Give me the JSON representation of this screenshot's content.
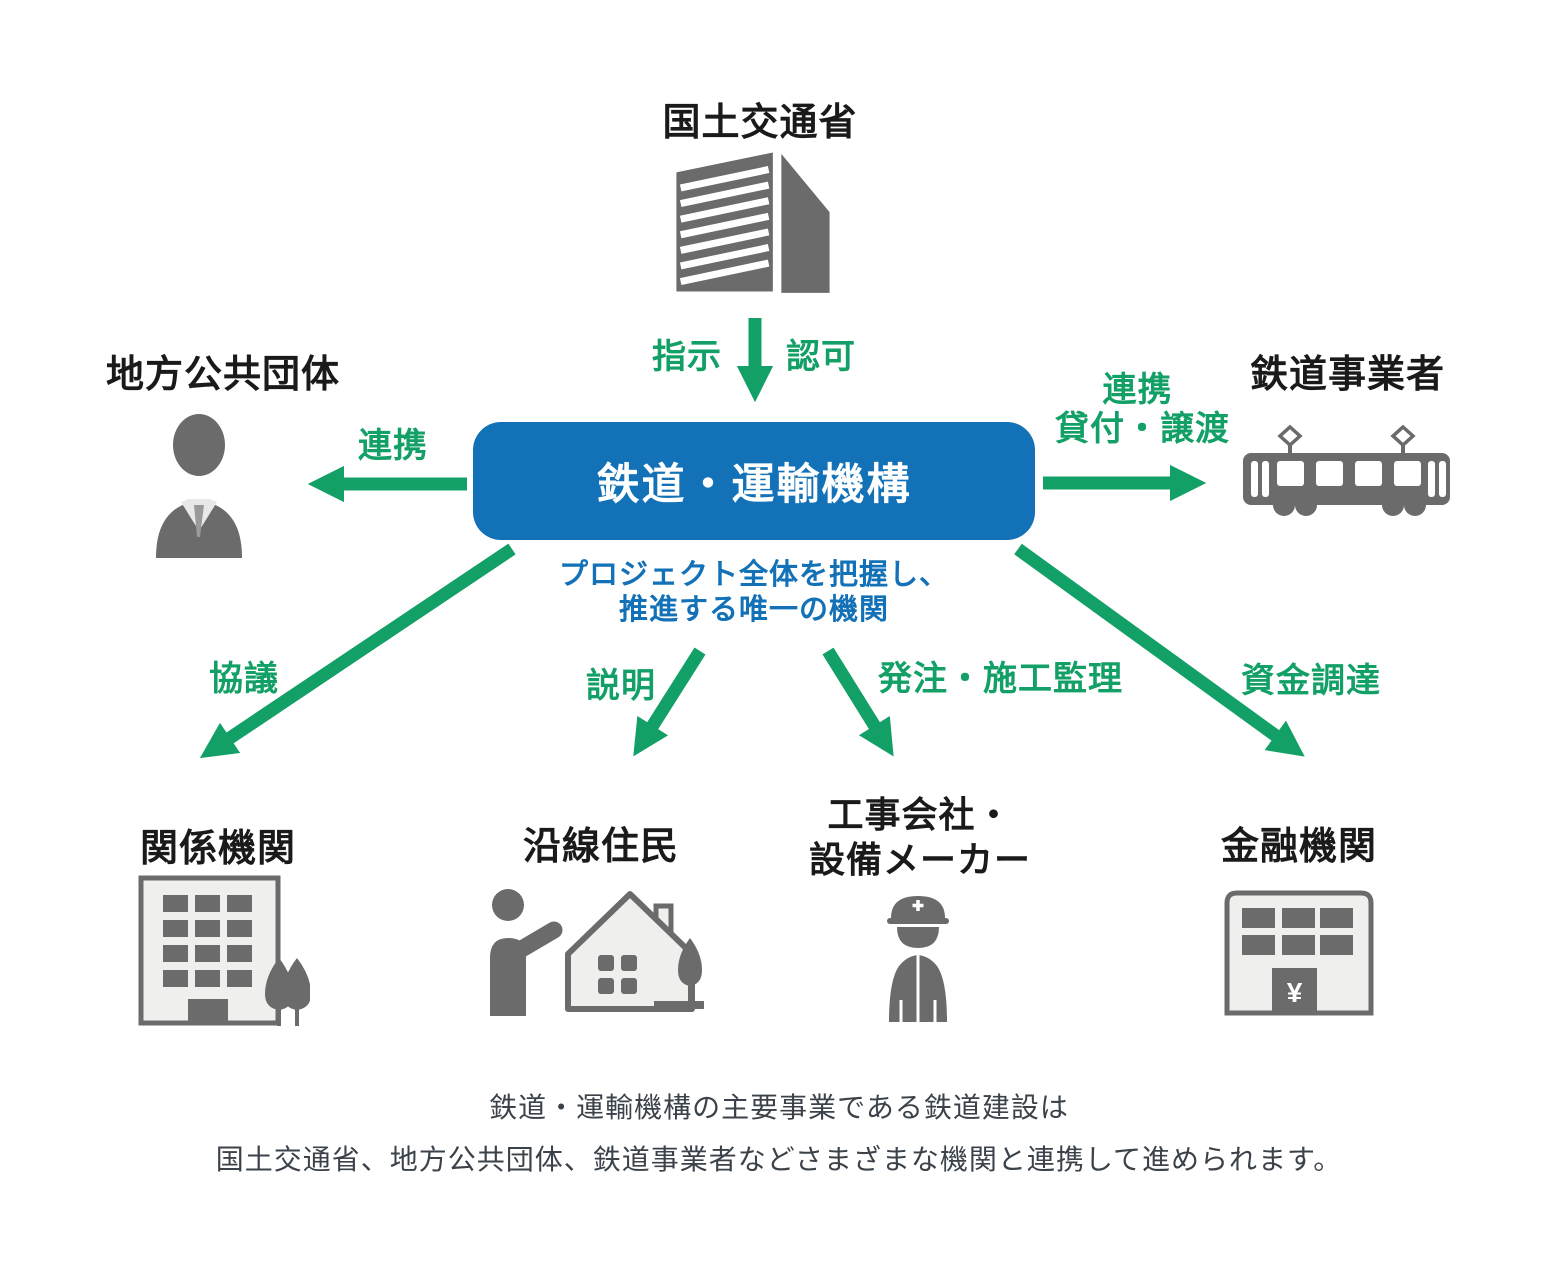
{
  "colors": {
    "green": "#13a067",
    "blue": "#1271b7",
    "icon_gray": "#6b6b6b",
    "icon_light": "#efefee",
    "heading_black": "#1a1a1a",
    "caption_gray": "#3b424a"
  },
  "top": {
    "label": "国土交通省",
    "arrow_left_label": "指示",
    "arrow_right_label": "認可"
  },
  "center": {
    "box_label": "鉄道・運輸機構",
    "subtitle_line1": "プロジェクト全体を把握し、",
    "subtitle_line2": "推進する唯一の機関"
  },
  "left_partner": {
    "label": "地方公共団体",
    "arrow_label": "連携"
  },
  "right_partner": {
    "label": "鉄道事業者",
    "arrow_label_line1": "連携",
    "arrow_label_line2": "貸付・譲渡"
  },
  "bottom_links": [
    {
      "arrow_label": "協議",
      "label": "関係機関"
    },
    {
      "arrow_label": "説明",
      "label": "沿線住民"
    },
    {
      "arrow_label": "発注・施工監理",
      "label_line1": "工事会社・",
      "label_line2": "設備メーカー"
    },
    {
      "arrow_label": "資金調達",
      "label": "金融機関",
      "currency": "¥"
    }
  ],
  "caption": {
    "line1": "鉄道・運輸機構の主要事業である鉄道建設は",
    "line2": "国土交通省、地方公共団体、鉄道事業者などさまざまな機関と連携して進められます。"
  }
}
